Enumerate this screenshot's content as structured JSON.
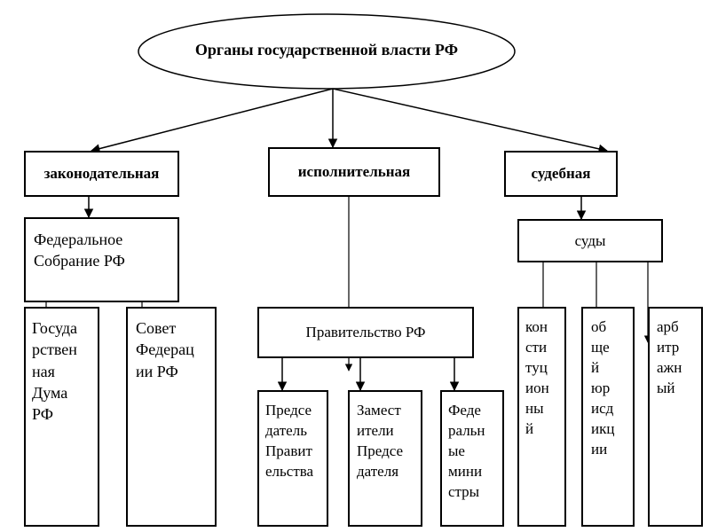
{
  "root": {
    "label": "Органы государственной власти РФ"
  },
  "branches": {
    "legislative": {
      "label": "законодательная"
    },
    "executive": {
      "label": "исполнительная"
    },
    "judicial": {
      "label": "судебная"
    }
  },
  "legislative": {
    "assembly": "Федеральное\nСобрание РФ",
    "duma": "Госуда\nрствен\nная\nДума\nРФ",
    "council": "Совет\nФедерац\nии РФ"
  },
  "executive": {
    "government": "Правительство РФ",
    "chair": "Предсе\nдатель\nПравит\nельства",
    "deputies": "Замест\nители\nПредсе\nдателя",
    "ministries": "Феде\nральн\nые\nмини\nстры"
  },
  "judicial": {
    "courts": "суды",
    "constitutional": "кон\nсти\nтуц\nион\nны\nй",
    "general": "об\nще\nй\nюр\nисд\nикц\nии",
    "arbitration": "арб\nитр\nажн\nый"
  }
}
